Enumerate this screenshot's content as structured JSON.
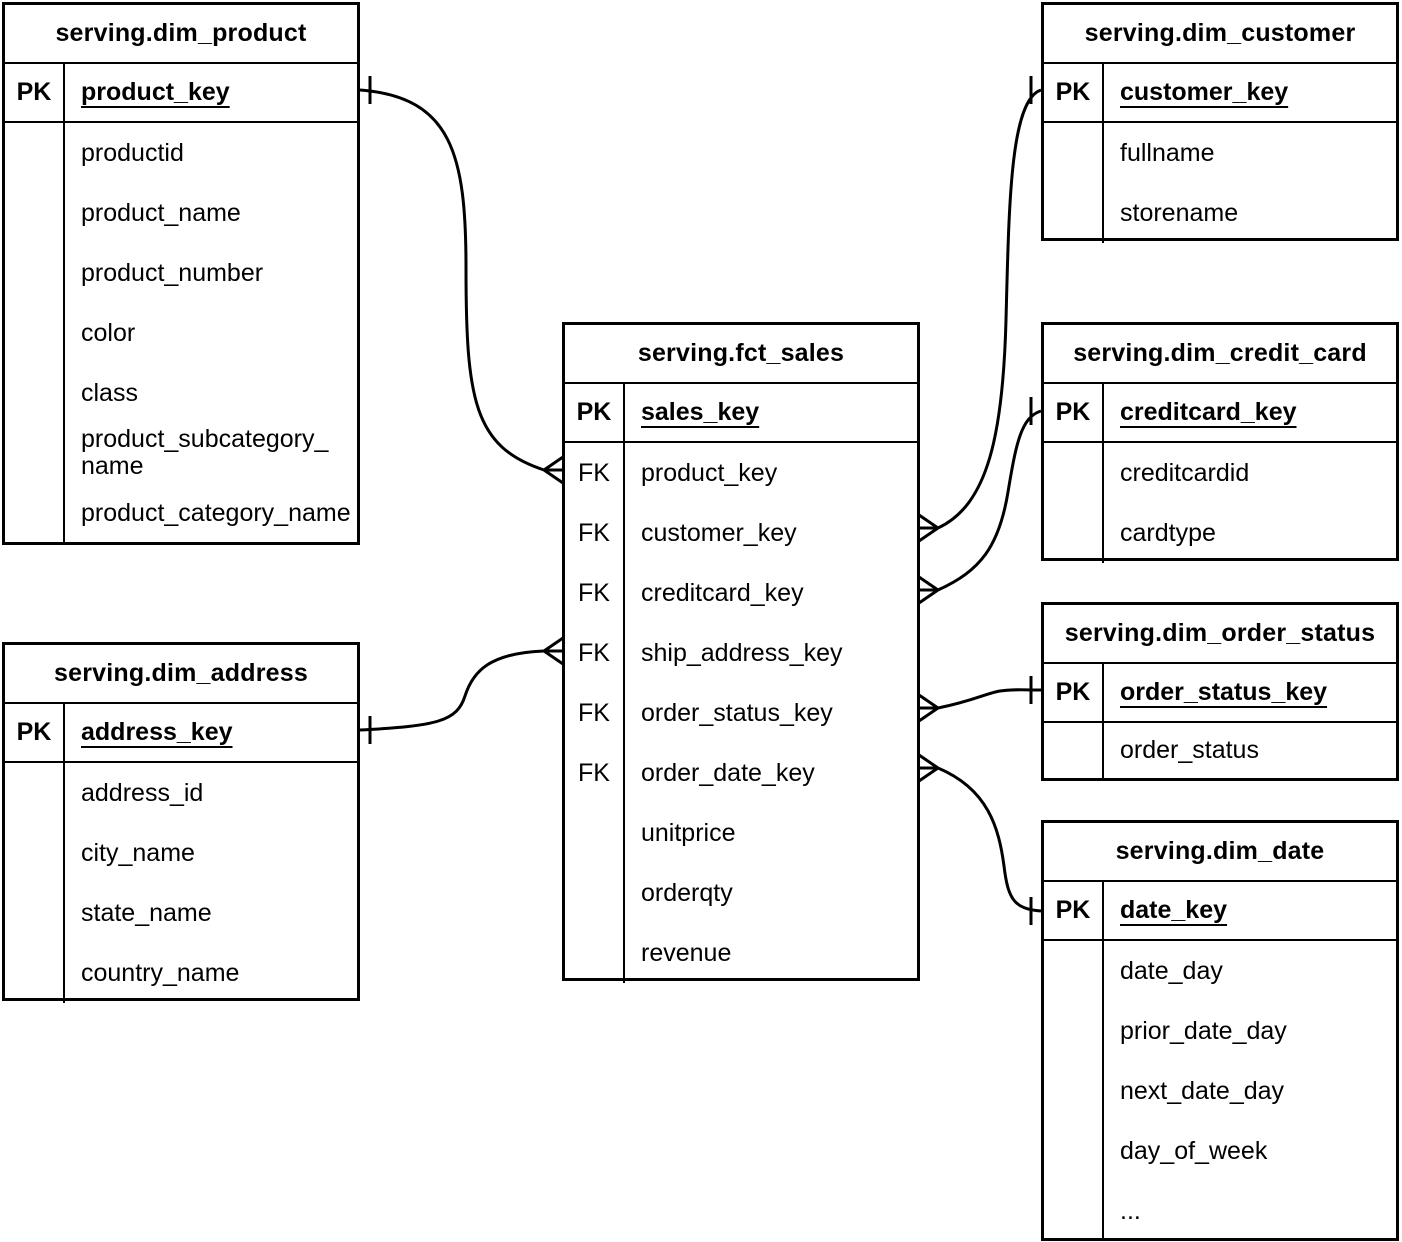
{
  "tables": {
    "dim_product": {
      "title": "serving.dim_product",
      "pk_label": "PK",
      "pk_field": "product_key",
      "fields": [
        "productid",
        "product_name",
        "product_number",
        "color",
        "class",
        "product_subcategory_\nname",
        "product_category_name"
      ]
    },
    "dim_customer": {
      "title": "serving.dim_customer",
      "pk_label": "PK",
      "pk_field": "customer_key",
      "fields": [
        "fullname",
        "storename"
      ]
    },
    "fct_sales": {
      "title": "serving.fct_sales",
      "pk_label": "PK",
      "pk_field": "sales_key",
      "row_keys": [
        "FK",
        "FK",
        "FK",
        "FK",
        "FK",
        "FK",
        "",
        "",
        ""
      ],
      "fields": [
        "product_key",
        "customer_key",
        "creditcard_key",
        "ship_address_key",
        "order_status_key",
        "order_date_key",
        "unitprice",
        "orderqty",
        "revenue"
      ]
    },
    "dim_credit_card": {
      "title": "serving.dim_credit_card",
      "pk_label": "PK",
      "pk_field": "creditcard_key",
      "fields": [
        "creditcardid",
        "cardtype"
      ]
    },
    "dim_order_status": {
      "title": "serving.dim_order_status",
      "pk_label": "PK",
      "pk_field": "order_status_key",
      "fields": [
        "order_status"
      ]
    },
    "dim_date": {
      "title": "serving.dim_date",
      "pk_label": "PK",
      "pk_field": "date_key",
      "fields": [
        "date_day",
        "prior_date_day",
        "next_date_day",
        "day_of_week",
        "..."
      ]
    },
    "dim_address": {
      "title": "serving.dim_address",
      "pk_label": "PK",
      "pk_field": "address_key",
      "fields": [
        "address_id",
        "city_name",
        "state_name",
        "country_name"
      ]
    }
  },
  "relationships": [
    {
      "from": "serving.fct_sales.product_key",
      "to": "serving.dim_product.product_key",
      "cardinality": "many-to-one"
    },
    {
      "from": "serving.fct_sales.customer_key",
      "to": "serving.dim_customer.customer_key",
      "cardinality": "many-to-one"
    },
    {
      "from": "serving.fct_sales.creditcard_key",
      "to": "serving.dim_credit_card.creditcard_key",
      "cardinality": "many-to-one"
    },
    {
      "from": "serving.fct_sales.ship_address_key",
      "to": "serving.dim_address.address_key",
      "cardinality": "many-to-one"
    },
    {
      "from": "serving.fct_sales.order_status_key",
      "to": "serving.dim_order_status.order_status_key",
      "cardinality": "many-to-one"
    },
    {
      "from": "serving.fct_sales.order_date_key",
      "to": "serving.dim_date.date_key",
      "cardinality": "many-to-one"
    }
  ],
  "colors": {
    "line": "#000000",
    "background": "#ffffff",
    "text": "#000000"
  }
}
